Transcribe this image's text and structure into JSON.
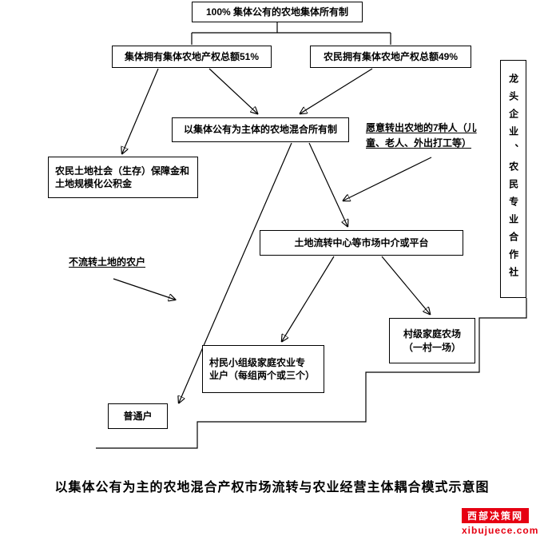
{
  "nodes": {
    "top_ownership": {
      "label": "100%  集体公有的农地集体所有制"
    },
    "collective_share": {
      "label": "集体拥有集体农地产权总额51%"
    },
    "farmer_share": {
      "label": "农民拥有集体农地产权总额49%"
    },
    "mixed_ownership": {
      "label": "以集体公有为主体的农地混合所有制"
    },
    "seven_kinds": {
      "label": "愿意转出农地的7种人（儿\n童、老人、外出打工等）"
    },
    "security_fund": {
      "label": "农民土地社会（生存）保障金和\n土地规模化公积金"
    },
    "non_transfer": {
      "label": "不流转土地的农户"
    },
    "transfer_center": {
      "label": "土地流转中心等市场中介或平台"
    },
    "village_farm": {
      "label": "村级家庭农场\n（一村一场）"
    },
    "group_household": {
      "label": "村民小组级家庭农业专\n业户（每组两个或三个）"
    },
    "ordinary_household": {
      "label": "普通户"
    },
    "leading_enterprise": {
      "label": "龙头企业、农民专业合作社"
    }
  },
  "caption": "以集体公有为主的农地混合产权市场流转与农业经营主体耦合模式示意图",
  "watermark": {
    "site_name": "西部决策网",
    "site_url": "xibujuece.com",
    "brand_color": "#e60012"
  }
}
